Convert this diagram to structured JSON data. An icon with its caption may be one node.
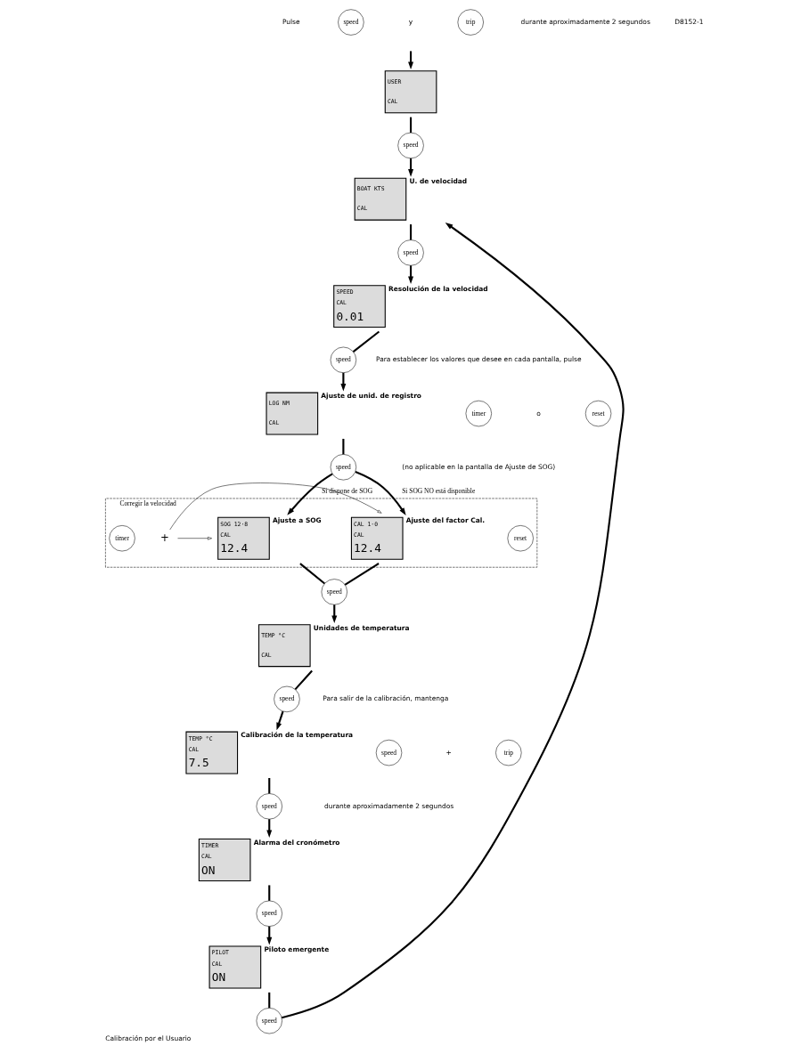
{
  "diagram": {
    "caption": "Calibración por el Usuario",
    "nodes": [
      {
        "text": [
          "speed"
        ]
      },
      {
        "text": [
          "trip"
        ]
      },
      {
        "text": [
          "USER",
          "CAL"
        ]
      },
      {
        "text": [
          "speed"
        ]
      },
      {
        "text": [
          "BOAT KTS",
          "CAL"
        ],
        "beside": [
          "U. de velocidad"
        ]
      },
      {
        "text": [
          "speed"
        ]
      },
      {
        "text": [
          "SPEED",
          "CAL",
          "0.01"
        ],
        "beside": [
          "Resolución de la velocidad"
        ]
      },
      {
        "text": [
          "speed"
        ]
      },
      {
        "text": [
          "LOG NM",
          "CAL"
        ],
        "beside": [
          "Ajuste de unid. de registro"
        ]
      },
      {
        "text": [
          "speed"
        ]
      },
      {
        "text": [
          "Corregir la velocidad"
        ]
      },
      {
        "text": [
          "SOG 12·8",
          "CAL",
          "12.4"
        ],
        "beside": [
          "Ajuste a SOG"
        ],
        "in": 10
      },
      {
        "text": [
          "reset"
        ],
        "in": 10
      },
      {
        "text": [
          "+"
        ],
        "in": 10
      },
      {
        "text": [
          "timer"
        ],
        "in": 10
      },
      {
        "text": [
          "CAL 1·0",
          "CAL",
          "12.4"
        ],
        "beside": [
          "Ajuste del factor Cal."
        ],
        "in": 10
      },
      {
        "text": [
          "speed"
        ]
      },
      {
        "text": [
          "TEMP °C",
          "CAL"
        ],
        "beside": [
          "Unidades de temperatura"
        ]
      },
      {
        "text": [
          "speed"
        ]
      },
      {
        "text": [
          "TEMP °C",
          "CAL",
          "7.5"
        ],
        "beside": [
          "Calibración de la temperatura"
        ]
      },
      {
        "text": [
          "speed"
        ]
      },
      {
        "text": [
          "TIMER",
          "CAL",
          "ON"
        ],
        "beside": [
          "Alarma del cronómetro"
        ]
      },
      {
        "text": [
          "speed"
        ]
      },
      {
        "text": [
          "PILOT",
          "CAL",
          "ON"
        ],
        "beside": [
          "Piloto emergente"
        ]
      },
      {
        "text": [
          "speed"
        ]
      },
      {
        "text": [
          "timer"
        ]
      },
      {
        "text": [
          "reset"
        ]
      },
      {
        "text": [
          "speed"
        ]
      },
      {
        "text": [
          "trip"
        ]
      }
    ],
    "edges": [
      {
        "from": null,
        "to": 2,
        "arrow": "to"
      },
      {
        "from": 2,
        "to": 3,
        "arrow": "none"
      },
      {
        "from": 3,
        "to": 4,
        "arrow": "to"
      },
      {
        "from": 4,
        "to": 5,
        "arrow": "none"
      },
      {
        "from": 5,
        "to": 6,
        "arrow": "to"
      },
      {
        "from": 6,
        "to": 7,
        "arrow": "none"
      },
      {
        "from": 7,
        "to": 8,
        "arrow": "to"
      },
      {
        "from": 8,
        "to": 9,
        "arrow": "none"
      },
      {
        "from": 9,
        "to": 11,
        "arrow": "to",
        "label": "Si dispone de SOG"
      },
      {
        "from": 9,
        "to": 15,
        "arrow": "to",
        "label": "Si SOG NO está disponible"
      },
      {
        "from": 13,
        "to": 11,
        "arrow": "to"
      },
      {
        "from": 13,
        "to": 15,
        "arrow": "to"
      },
      {
        "from": 11,
        "to": 16,
        "arrow": "none"
      },
      {
        "from": 15,
        "to": 16,
        "arrow": "none"
      },
      {
        "from": 16,
        "to": 17,
        "arrow": "to"
      },
      {
        "from": 17,
        "to": 18,
        "arrow": "none"
      },
      {
        "from": 18,
        "to": 19,
        "arrow": "to"
      },
      {
        "from": 19,
        "to": 20,
        "arrow": "none"
      },
      {
        "from": 20,
        "to": 21,
        "arrow": "to"
      },
      {
        "from": 21,
        "to": 22,
        "arrow": "none"
      },
      {
        "from": 22,
        "to": 23,
        "arrow": "to"
      },
      {
        "from": 23,
        "to": 24,
        "arrow": "none"
      },
      {
        "from": 24,
        "to": 4,
        "arrow": "to"
      }
    ],
    "labels": [
      "Pulse",
      "y",
      "durante aproximadamente 2 segundos",
      "Para establecer los valores que desee en cada pantalla, pulse",
      "o",
      "(no aplicable en la pantalla de Ajuste de SOG)",
      "Para salir de la calibración, mantenga",
      "+",
      "durante aproximadamente 2 segundos",
      "D8152-1"
    ]
  }
}
